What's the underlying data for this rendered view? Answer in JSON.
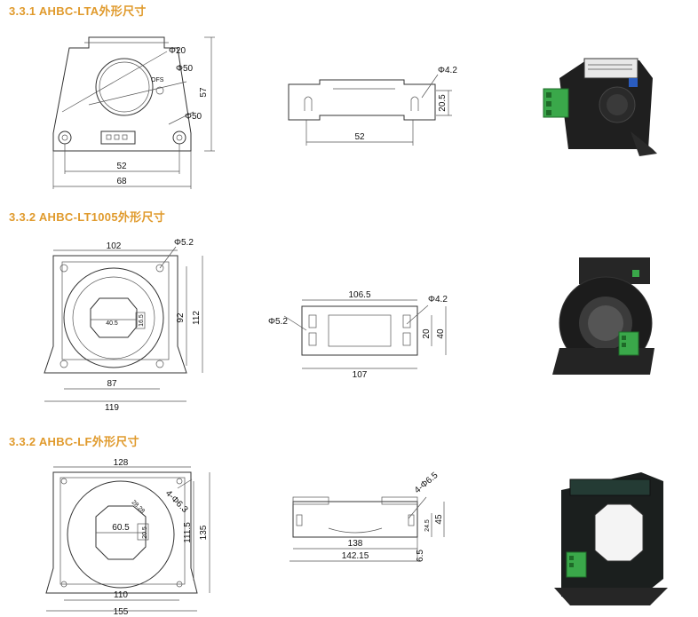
{
  "sections": [
    {
      "title": "3.3.1 AHBC-LTA外形尺寸",
      "front": {
        "d_hole": "Φ20",
        "d_50a": "Φ50",
        "d_50b": "Φ50",
        "ofs": "OFS",
        "height": "57",
        "w1": "52",
        "w2": "68"
      },
      "side": {
        "hole": "Φ4.2",
        "h": "20.5",
        "w": "52"
      }
    },
    {
      "title": "3.3.2 AHBC-LT1005外形尺寸",
      "front": {
        "top_w": "102",
        "hole": "Φ5.2",
        "win_w": "40.5",
        "win_h": "16.5",
        "h1": "92",
        "h2": "112",
        "w1": "87",
        "w2": "119"
      },
      "side": {
        "top_w": "106.5",
        "hole_l": "Φ5.2",
        "hole_r": "Φ4.2",
        "h1": "20",
        "h2": "40",
        "w": "107"
      }
    },
    {
      "title": "3.3.2 AHBC-LF外形尺寸",
      "front": {
        "top_w": "128",
        "hole": "4-Φ6.3",
        "chamfer": "28.28",
        "win_w": "60.5",
        "win_h": "20.5",
        "h1": "111.5",
        "h2": "135",
        "w1": "110",
        "w2": "155"
      },
      "side": {
        "hole": "4-Φ6.5",
        "h1": "24.5",
        "h2": "45",
        "w1": "138",
        "w2": "142.15",
        "w3": "6.5"
      }
    }
  ],
  "photos": [
    {
      "icon": "current-sensor-photo-lta"
    },
    {
      "icon": "current-sensor-photo-lt1005"
    },
    {
      "icon": "current-sensor-photo-lf"
    }
  ]
}
